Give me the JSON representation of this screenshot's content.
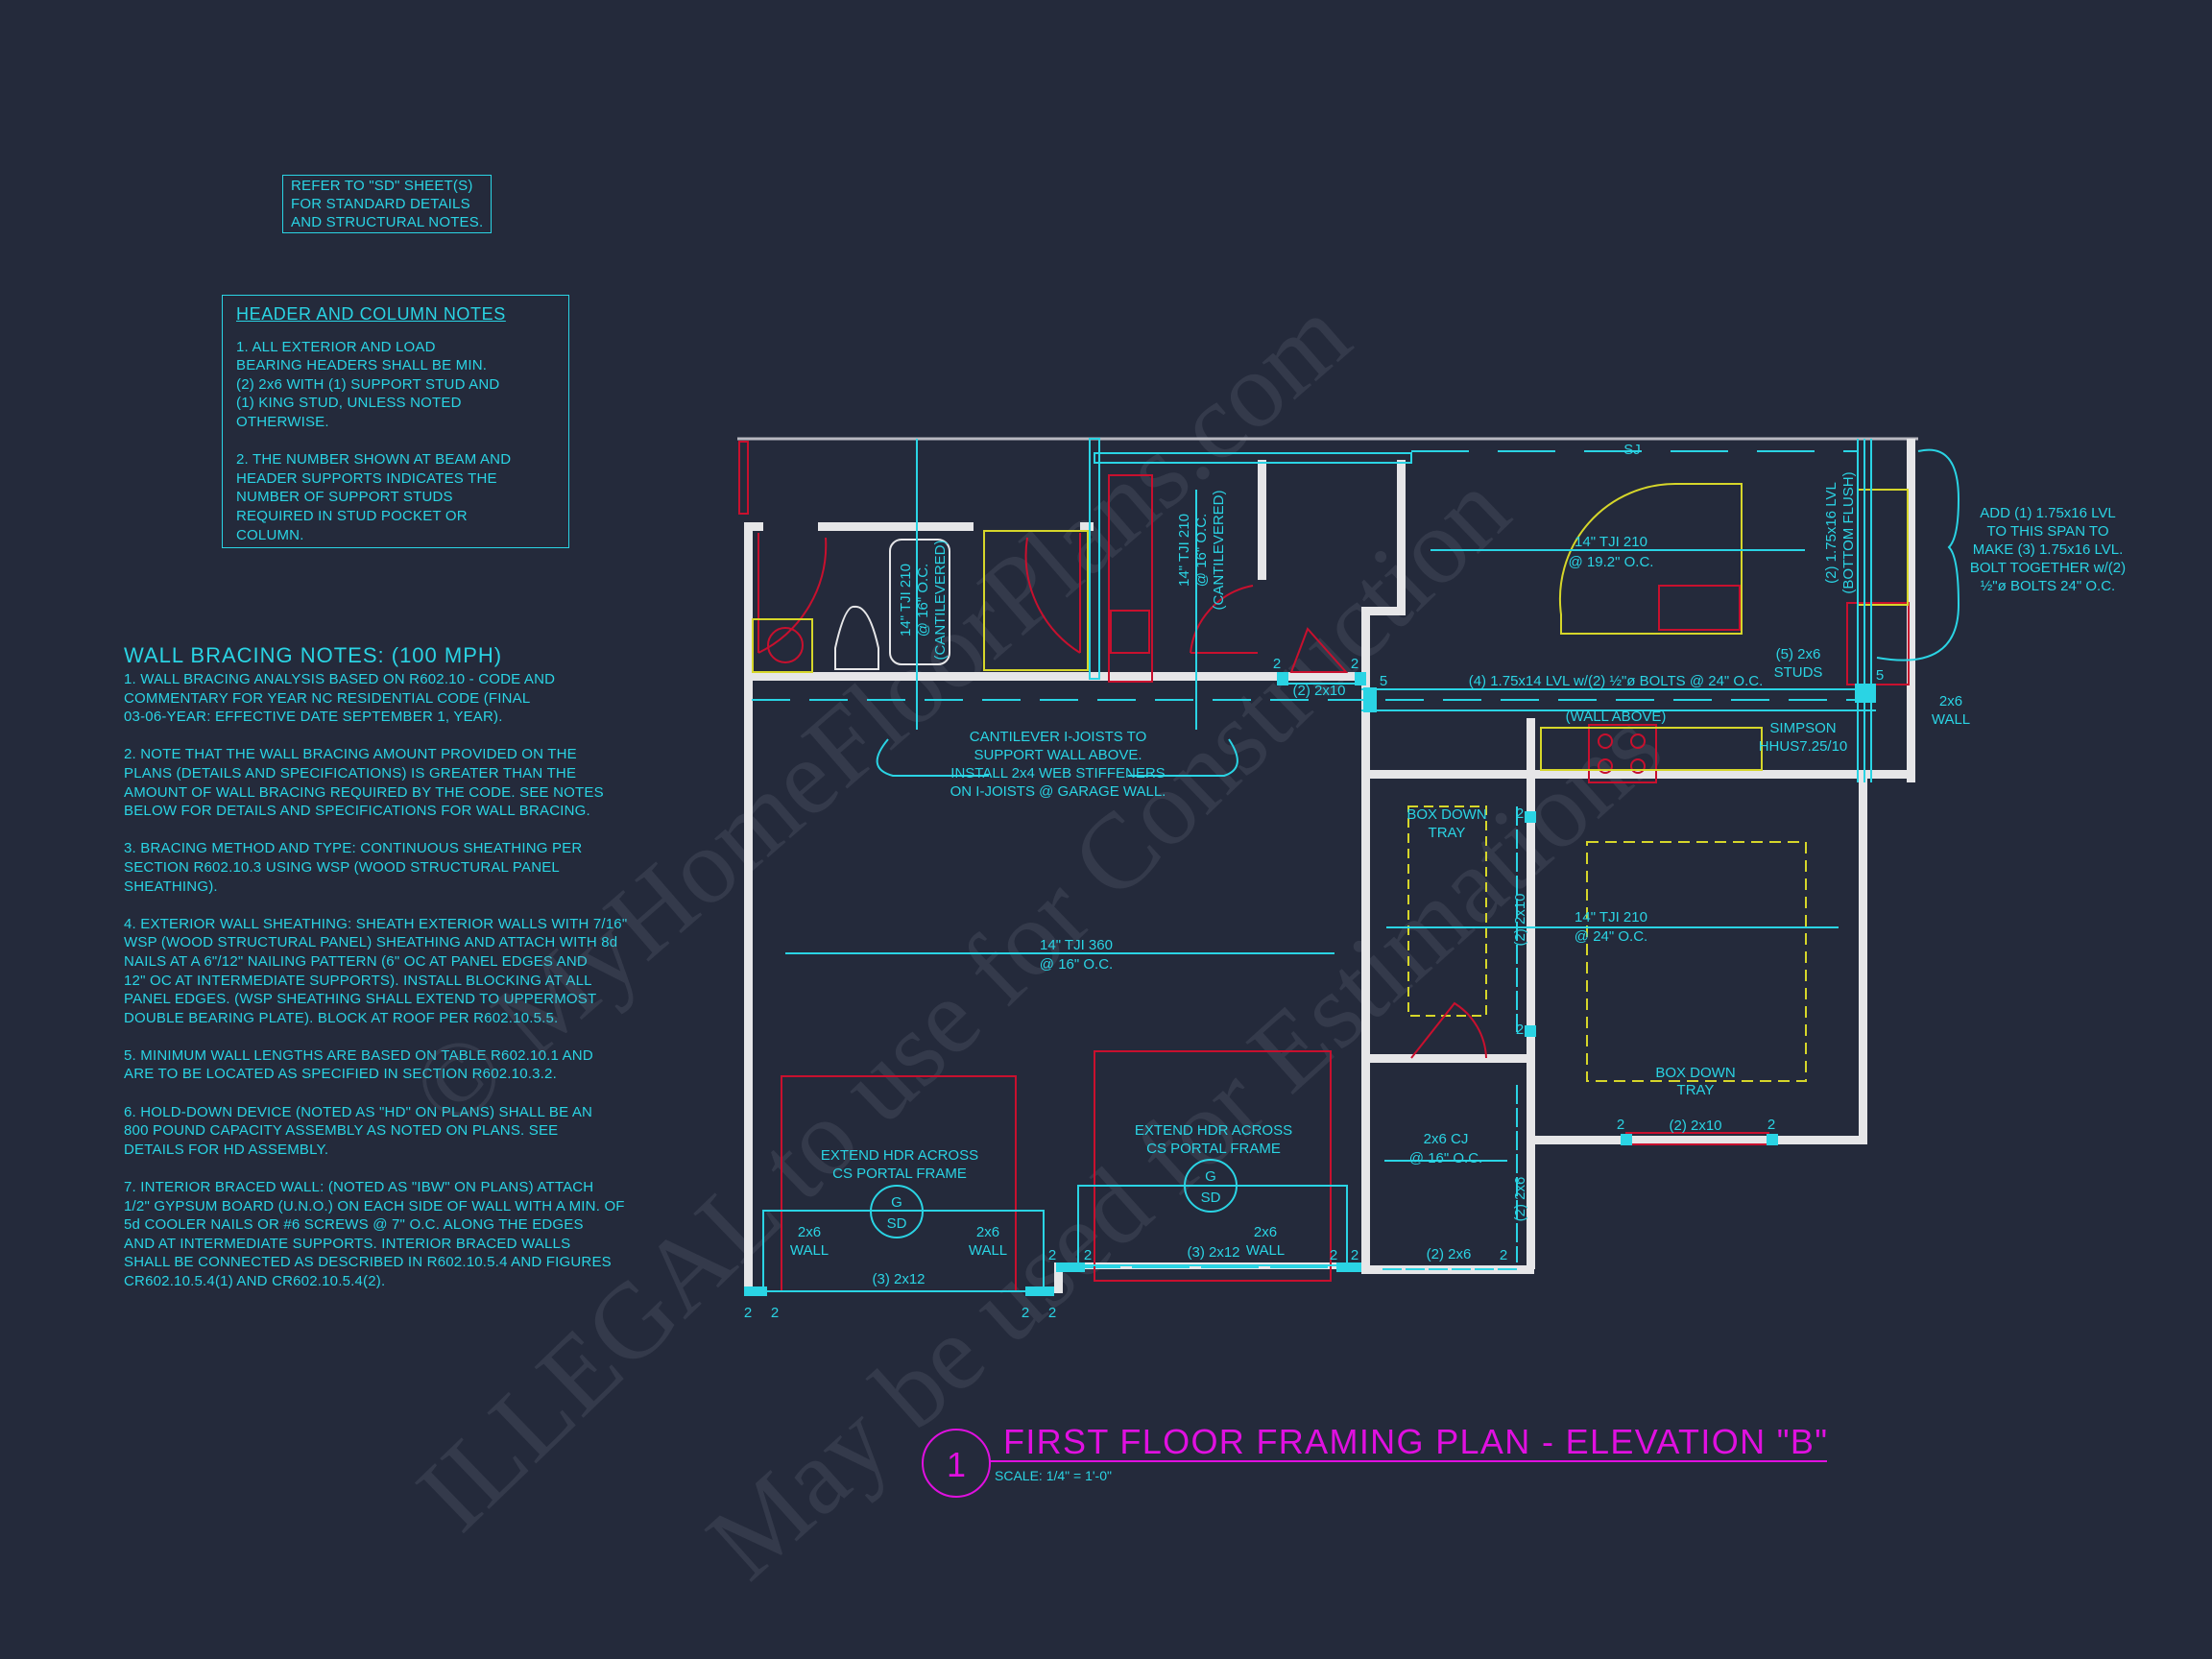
{
  "refer_note": [
    "REFER TO \"SD\" SHEET(S)",
    "FOR STANDARD DETAILS",
    "AND STRUCTURAL NOTES."
  ],
  "header_notes": {
    "title": "HEADER AND COLUMN NOTES",
    "paragraphs": [
      [
        "1. ALL EXTERIOR AND LOAD",
        "BEARING HEADERS SHALL BE MIN.",
        "(2) 2x6 WITH (1) SUPPORT STUD AND",
        "(1) KING STUD, UNLESS NOTED",
        "OTHERWISE."
      ],
      [
        "2. THE NUMBER SHOWN AT BEAM AND",
        "HEADER SUPPORTS INDICATES THE",
        "NUMBER OF SUPPORT STUDS",
        "REQUIRED IN STUD POCKET OR",
        "COLUMN."
      ]
    ]
  },
  "wall_bracing": {
    "title": "WALL BRACING NOTES: (100 MPH)",
    "paragraphs": [
      [
        "1. WALL BRACING ANALYSIS BASED ON R602.10 - CODE AND",
        "COMMENTARY FOR YEAR NC RESIDENTIAL CODE (FINAL",
        "03-06-YEAR: EFFECTIVE DATE SEPTEMBER 1, YEAR)."
      ],
      [
        "2. NOTE THAT THE WALL BRACING AMOUNT PROVIDED ON THE",
        "PLANS (DETAILS AND SPECIFICATIONS) IS GREATER THAN THE",
        "AMOUNT OF WALL BRACING REQUIRED BY THE CODE. SEE NOTES",
        "BELOW FOR DETAILS AND SPECIFICATIONS FOR WALL BRACING."
      ],
      [
        "3. BRACING METHOD AND TYPE: CONTINUOUS SHEATHING PER",
        "SECTION R602.10.3 USING WSP (WOOD STRUCTURAL PANEL",
        "SHEATHING)."
      ],
      [
        "4. EXTERIOR WALL SHEATHING: SHEATH EXTERIOR WALLS WITH 7/16\"",
        "WSP (WOOD STRUCTURAL PANEL) SHEATHING AND ATTACH WITH 8d",
        "NAILS AT A 6\"/12\" NAILING PATTERN (6\" OC AT PANEL EDGES AND",
        "12\" OC AT INTERMEDIATE SUPPORTS). INSTALL BLOCKING AT ALL",
        "PANEL EDGES. (WSP SHEATHING SHALL EXTEND TO UPPERMOST",
        "DOUBLE BEARING PLATE). BLOCK AT ROOF PER R602.10.5.5."
      ],
      [
        "5. MINIMUM WALL LENGTHS ARE BASED ON TABLE R602.10.1 AND",
        "ARE TO BE LOCATED AS SPECIFIED IN SECTION R602.10.3.2."
      ],
      [
        "6. HOLD-DOWN DEVICE (NOTED AS \"HD\" ON PLANS) SHALL BE AN",
        "800 POUND CAPACITY ASSEMBLY AS NOTED ON PLANS. SEE",
        "DETAILS FOR HD ASSEMBLY."
      ],
      [
        "7. INTERIOR BRACED WALL: (NOTED AS \"IBW\" ON PLANS) ATTACH",
        "1/2\" GYPSUM BOARD (U.N.O.) ON EACH SIDE OF WALL WITH A MIN. OF",
        "5d COOLER NAILS OR #6 SCREWS @ 7\" O.C. ALONG THE EDGES",
        "AND AT INTERMEDIATE SUPPORTS.  INTERIOR BRACED WALLS",
        "SHALL BE CONNECTED AS DESCRIBED IN R602.10.5.4 AND FIGURES",
        "CR602.10.5.4(1) AND CR602.10.5.4(2)."
      ]
    ]
  },
  "plan": {
    "garage_joists": [
      "14\" TJI 360",
      "@ 16\" O.C."
    ],
    "cantilever_note": [
      "CANTILEVER I-JOISTS TO",
      "SUPPORT WALL ABOVE.",
      "INSTALL 2x4 WEB STIFFENERS",
      "ON I-JOISTS @ GARAGE WALL."
    ],
    "bath_joists": [
      "14\" TJI 210",
      "@ 16\" O.C.",
      "(CANTILEVERED)"
    ],
    "laundry_joists": [
      "14\" TJI 210",
      "@ 16\" O.C.",
      "(CANTILEVERED)"
    ],
    "kitchen_joists": [
      "14\" TJI 210",
      "@ 19.2\" O.C."
    ],
    "lvl_beam": "(4) 1.75x14 LVL w/(2) ½\"ø BOLTS @ 24\" O.C.",
    "header_2x10_a": "(2) 2x10",
    "sj": "SJ",
    "lvl_flush": [
      "(2) 1.75x16 LVL",
      "(BOTTOM FLUSH)"
    ],
    "studs": [
      "(5) 2x6",
      "STUDS"
    ],
    "wall_above": "(WALL ABOVE)",
    "simpson": [
      "SIMPSON",
      "HHUS7.25/10"
    ],
    "add_note": [
      "ADD (1) 1.75x16 LVL",
      "TO THIS SPAN TO",
      "MAKE (3) 1.75x16 LVL.",
      "BOLT TOGETHER w/(2)",
      "½\"ø BOLTS 24\" O.C."
    ],
    "right_wall": [
      "2x6",
      "WALL"
    ],
    "tray_small": [
      "BOX DOWN",
      "TRAY"
    ],
    "bedroom_joists": [
      "14\" TJI 210",
      "@ 24\" O.C."
    ],
    "header_2x10_v": "(2) 2x10",
    "tray_large": [
      "BOX DOWN",
      "TRAY"
    ],
    "header_2x10_b": "(2) 2x10",
    "ceiling_joists": [
      "2x6 CJ",
      "@ 16\" O.C."
    ],
    "header_2x6_v": "(2) 2x6",
    "header_2x6_h": "(2) 2x6",
    "portal_left": {
      "note": [
        "EXTEND HDR ACROSS",
        "CS PORTAL FRAME"
      ],
      "detail": "G",
      "sheet": "SD",
      "header": "(3) 2x12",
      "wall_l": [
        "2x6",
        "WALL"
      ],
      "wall_r": [
        "2x6",
        "WALL"
      ]
    },
    "portal_right": {
      "note": [
        "EXTEND HDR ACROSS",
        "CS PORTAL FRAME"
      ],
      "detail": "G",
      "sheet": "SD",
      "header": "(3) 2x12",
      "wall_r": [
        "2x6",
        "WALL"
      ]
    },
    "support_counts": [
      "2",
      "2",
      "2",
      "2",
      "2",
      "2",
      "2",
      "2",
      "2",
      "2",
      "2",
      "2",
      "2",
      "2",
      "2",
      "5",
      "5"
    ]
  },
  "title_block": {
    "number": "1",
    "title": "FIRST FLOOR FRAMING PLAN - ELEVATION \"B\"",
    "scale": "SCALE: 1/4\" = 1'-0\""
  },
  "watermark": [
    "© MyHomeFloorPlans.com",
    "ILLEGAL to use for Construction",
    "May be used for Estimations"
  ],
  "colors": {
    "background": "#242a3b",
    "annotation": "#2ad4e4",
    "wall": "#e6e6e8",
    "fixture": "#c8102e",
    "dashed": "#d6d62a",
    "title": "#e010e0"
  }
}
